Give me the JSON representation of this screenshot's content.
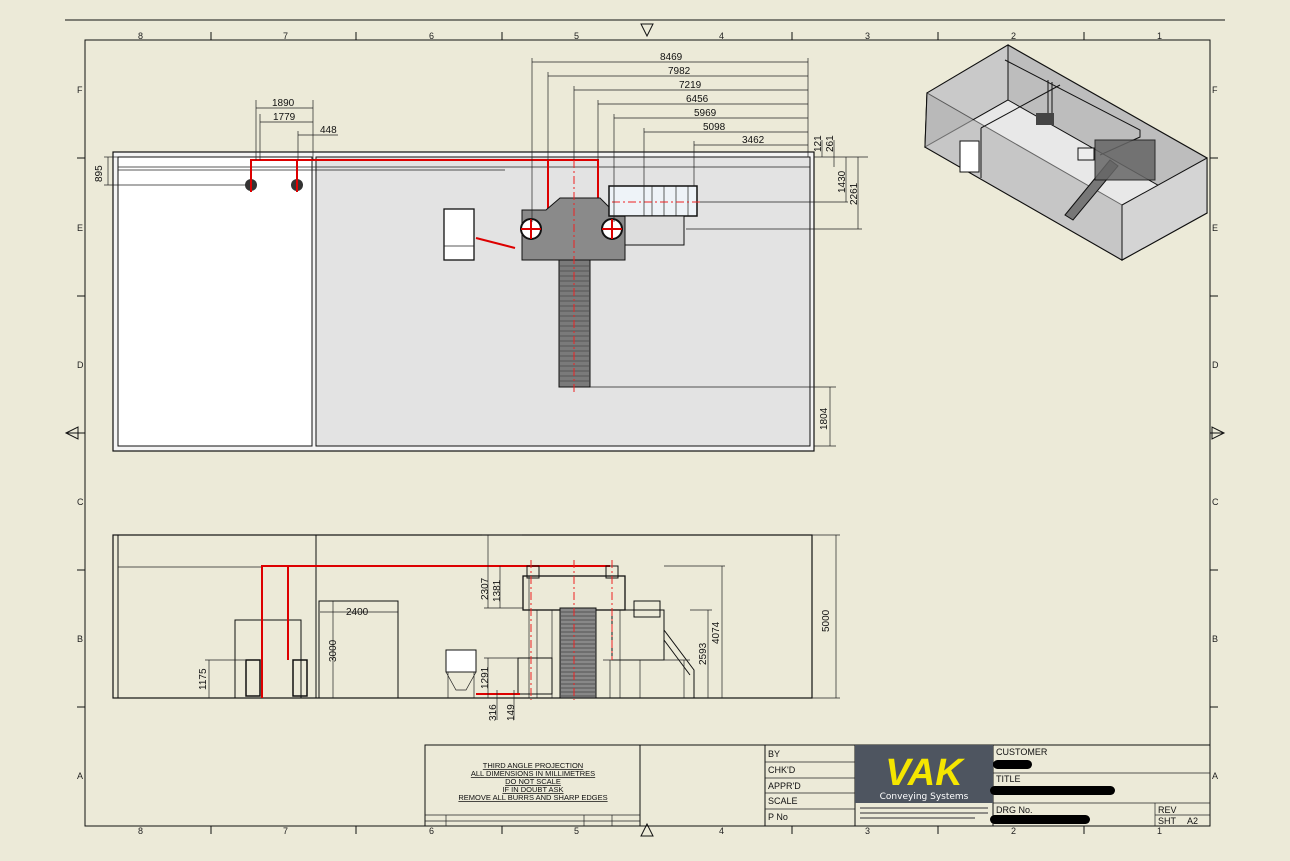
{
  "sheet": {
    "columns": [
      "8",
      "7",
      "6",
      "5",
      "4",
      "3",
      "2",
      "1"
    ],
    "rows": [
      "F",
      "E",
      "D",
      "C",
      "B",
      "A"
    ]
  },
  "plan_view": {
    "top_dims": [
      "8469",
      "7982",
      "7219",
      "6456",
      "5969",
      "5098",
      "3462"
    ],
    "left_dims": [
      "1890",
      "1779",
      "448",
      "895"
    ],
    "right_dims": [
      "121",
      "261",
      "1430",
      "2261",
      "1804"
    ]
  },
  "elevation_view": {
    "dims": {
      "door_width": "2400",
      "door_height": "3000",
      "left_unit_height": "1175",
      "d2307": "2307",
      "d1381": "1381",
      "d1291": "1291",
      "d316": "316",
      "d149": "149",
      "d4074": "4074",
      "d2593": "2593",
      "room_height": "5000"
    }
  },
  "notes": [
    "THIRD ANGLE PROJECTION",
    "ALL DIMENSIONS IN MILLIMETRES",
    "DO NOT SCALE",
    "IF IN DOUBT ASK",
    "REMOVE ALL BURRS AND SHARP EDGES"
  ],
  "title_block": {
    "by": "BY",
    "chkd": "CHK'D",
    "apprd": "APPR'D",
    "scale": "SCALE",
    "p_no": "P No",
    "customer": "CUSTOMER",
    "title": "TITLE",
    "drg_no": "DRG No.",
    "rev": "REV",
    "sht": "SHT",
    "sheet_size": "A2",
    "logo_text": "VAK",
    "logo_tagline": "Conveying Systems",
    "logo_color": "#f5e600",
    "logo_bg": "#4e5560"
  }
}
